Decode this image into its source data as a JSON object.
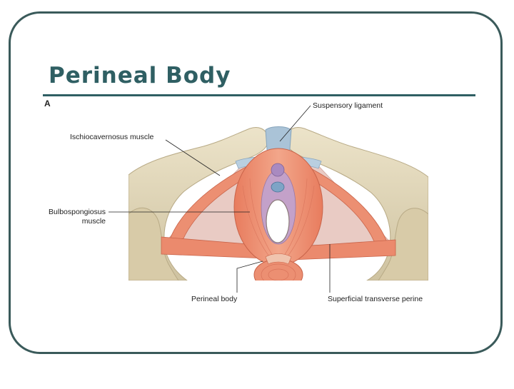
{
  "slide": {
    "title": "Perineal Body"
  },
  "figure": {
    "panel_letter": "A",
    "labels": {
      "suspensory": "Suspensory ligament",
      "ischio": "Ischiocavernosus muscle",
      "bulbo_line1": "Bulbospongiosus",
      "bulbo_line2": "muscle",
      "perineal_body": "Perineal body",
      "superficial": "Superficial transverse perine"
    }
  },
  "colors": {
    "title": "#2f5f63",
    "frame": "#3a5a5a",
    "bone": "#e4d9bd",
    "muscle": "#ec9174",
    "membrane": "#e9c9c2",
    "ligament": "#a9c3d6"
  }
}
